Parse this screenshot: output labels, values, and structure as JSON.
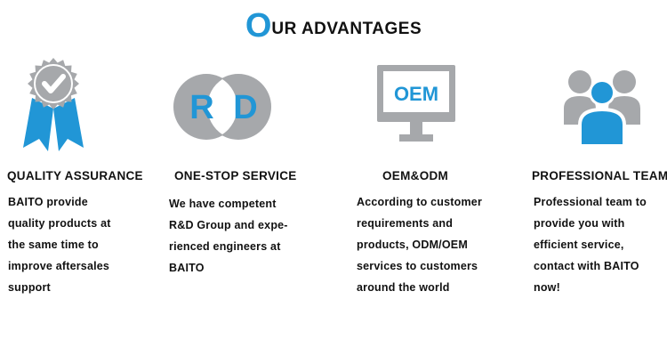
{
  "heading": {
    "first_letter": "O",
    "rest": "UR ADVANTAGES"
  },
  "colors": {
    "accent": "#2196d6",
    "gray": "#a6a8ab",
    "dark": "#111111"
  },
  "features": [
    {
      "icon": "award-ribbon-icon",
      "title": "QUALITY ASSURANCE",
      "description": "BAITO provide\nquality products at\nthe same time to\nimprove aftersales\nsupport"
    },
    {
      "icon": "rd-logo-icon",
      "icon_letters": [
        "R",
        "D"
      ],
      "title": "ONE-STOP SERVICE",
      "description": "We have competent\nR&D Group and expe-\nrienced engineers at\nBAITO"
    },
    {
      "icon": "oem-monitor-icon",
      "icon_text": "OEM",
      "title": "OEM&ODM",
      "description": "According to customer\nrequirements and\nproducts, ODM/OEM\nservices to customers\naround the world"
    },
    {
      "icon": "team-people-icon",
      "title": "PROFESSIONAL TEAM",
      "description": "Professional team to\nprovide you with\nefficient service,\ncontact with BAITO\nnow!"
    }
  ]
}
